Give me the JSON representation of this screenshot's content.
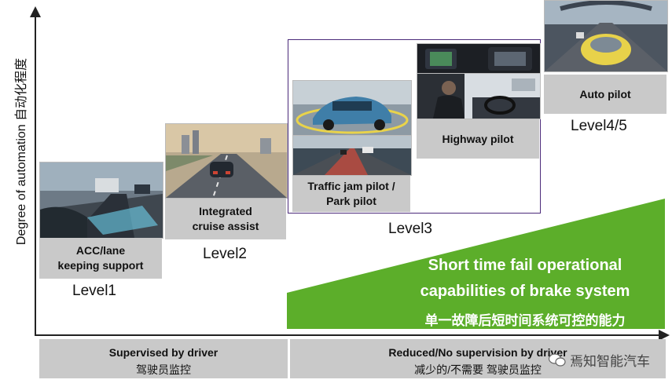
{
  "y_axis_label": "Degree of automation 自动化程度",
  "levels": [
    {
      "box_lines": [
        "ACC/lane",
        "keeping support"
      ],
      "level": "Level1"
    },
    {
      "box_lines": [
        "Integrated",
        "cruise assist"
      ],
      "level": "Level2"
    },
    {
      "box_lines": [
        "Traffic jam pilot /",
        "Park pilot"
      ],
      "level": "Level3"
    },
    {
      "box_lines": [
        "Highway pilot"
      ],
      "level": ""
    },
    {
      "box_lines": [
        "Auto pilot"
      ],
      "level": "Level4/5"
    }
  ],
  "green_wedge": {
    "line1": "Short time fail operational",
    "line2": "capabilities of brake system",
    "line3": "单一故障后短时间系统可控的能力",
    "color": "#5cae2a"
  },
  "bottom": {
    "left_en": "Supervised by driver",
    "left_cn": "驾驶员监控",
    "right_en": "Reduced/No supervision by driver",
    "right_cn": "减少的/不需要 驾驶员监控"
  },
  "watermark": "焉知智能汽车",
  "colors": {
    "box_grey": "#c9c9c9",
    "frame": "#4b2a7a",
    "green": "#5cae2a"
  }
}
